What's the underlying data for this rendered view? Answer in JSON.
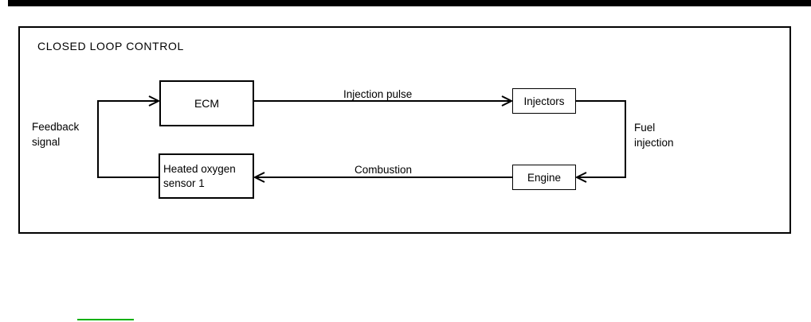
{
  "diagram": {
    "title": "CLOSED LOOP CONTROL",
    "nodes": {
      "ecm": {
        "label": "ECM"
      },
      "injectors": {
        "label": "Injectors"
      },
      "engine": {
        "label": "Engine"
      },
      "heated_oxygen_sensor": {
        "label_line1": "Heated oxygen",
        "label_line2": "sensor 1"
      }
    },
    "flows": {
      "injection_pulse": {
        "label": "Injection pulse"
      },
      "fuel_injection": {
        "label_line1": "Fuel",
        "label_line2": "injection"
      },
      "combustion": {
        "label": "Combustion"
      },
      "feedback_signal": {
        "label_line1": "Feedback",
        "label_line2": "signal"
      }
    },
    "colors": {
      "stroke": "#000000",
      "top_bar": "#000000",
      "background": "#ffffff",
      "link_underline": "#00b000"
    }
  }
}
